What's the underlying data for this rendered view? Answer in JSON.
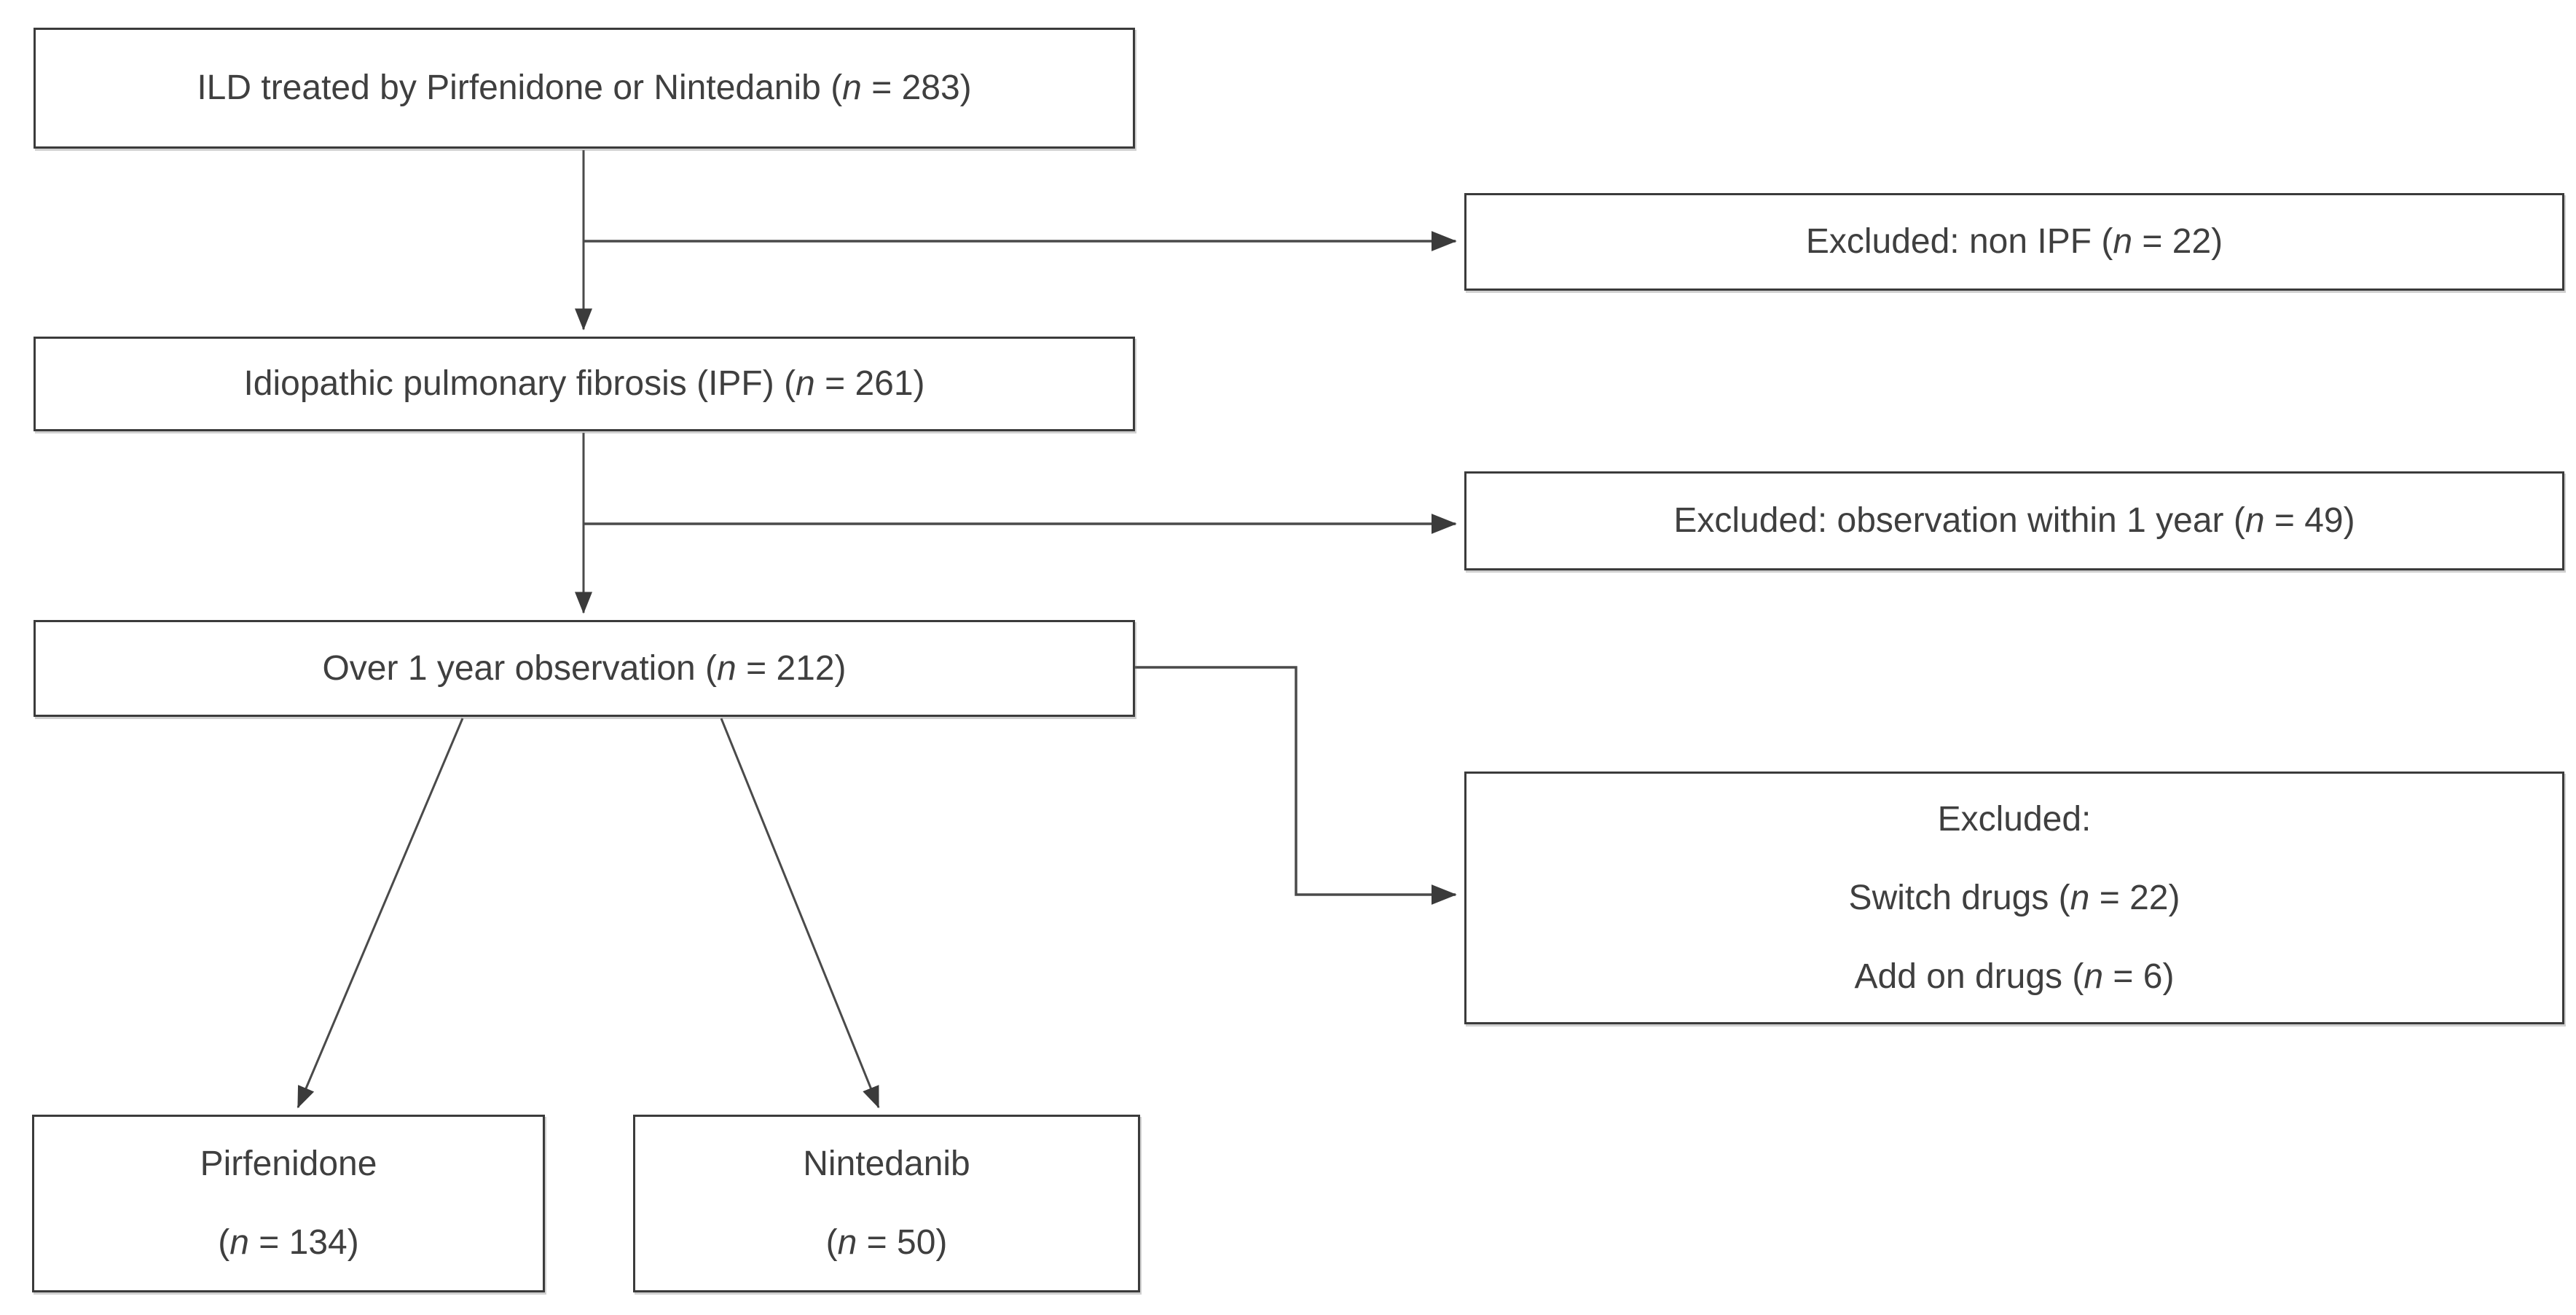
{
  "diagram": {
    "type": "patient-flow-chart",
    "boxes": {
      "ild": {
        "pre": "ILD treated by Pirfenidone or Nintedanib (",
        "n": "n",
        "post": " = 283)"
      },
      "excluded_non_ipf": {
        "pre": "Excluded: non IPF (",
        "n": "n",
        "post": " = 22)"
      },
      "ipf": {
        "pre": "Idiopathic pulmonary fibrosis (IPF) (",
        "n": "n",
        "post": " = 261)"
      },
      "excluded_observation": {
        "pre": "Excluded: observation within 1 year (",
        "n": "n",
        "post": " = 49)"
      },
      "over_1_year": {
        "pre": "Over 1 year observation (",
        "n": "n",
        "post": " = 212)"
      },
      "excluded_switch_add": {
        "title": "Excluded:",
        "switch": {
          "pre": "Switch drugs (",
          "n": "n",
          "post": " = 22)"
        },
        "add": {
          "pre": "Add on drugs (",
          "n": "n",
          "post": " = 6)"
        }
      },
      "pirfenidone": {
        "title": "Pirfenidone",
        "count": {
          "pre": "(",
          "n": "n",
          "post": " = 134)"
        }
      },
      "nintedanib": {
        "title": "Nintedanib",
        "count": {
          "pre": "(",
          "n": "n",
          "post": " = 50)"
        }
      }
    },
    "counts": {
      "ild_treated": 283,
      "ipf": 261,
      "excluded_non_ipf": 22,
      "excluded_observation_within_1_year": 49,
      "over_1_year_observation": 212,
      "excluded_switch_drugs": 22,
      "excluded_add_on_drugs": 6,
      "pirfenidone": 134,
      "nintedanib": 50
    },
    "colors": {
      "background": "#ffffff",
      "box_fill": "#ffffff",
      "box_border": "#3b3b3b",
      "text": "#3f3f3f",
      "connector": "#4a4a4a"
    }
  }
}
